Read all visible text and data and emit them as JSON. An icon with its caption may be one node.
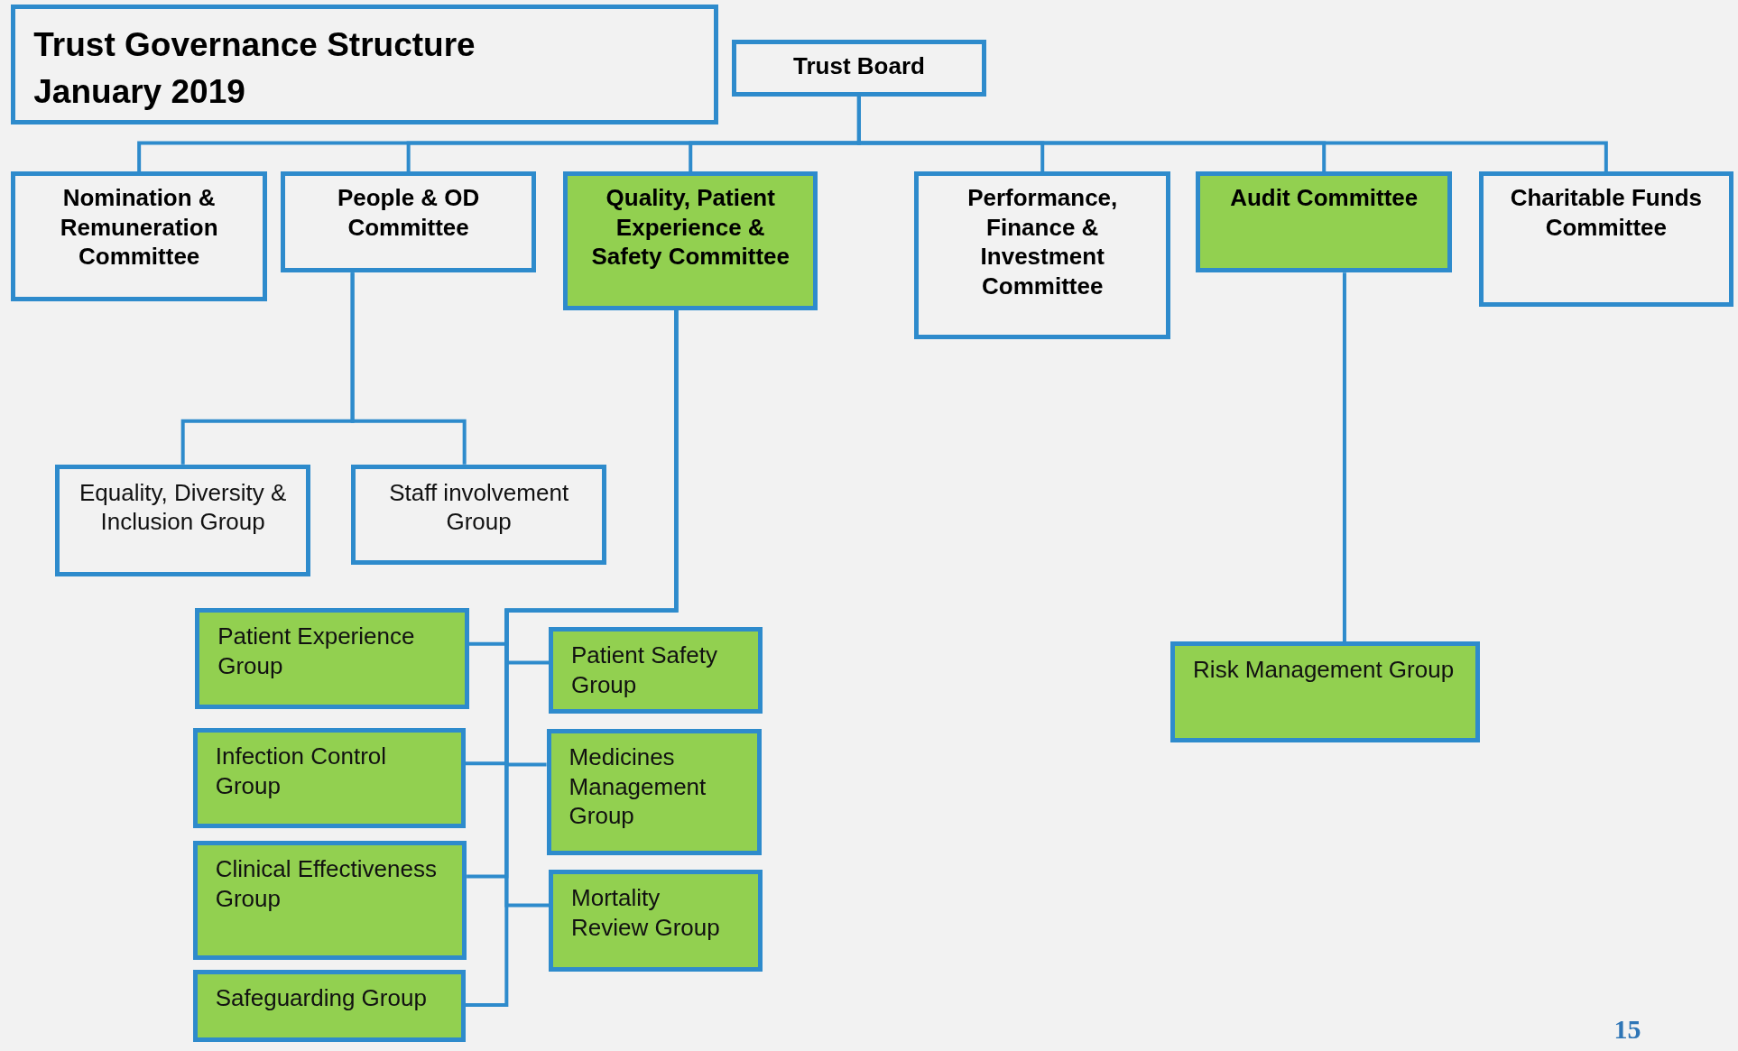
{
  "diagram": {
    "title": "Trust Governance Structure January 2019",
    "nodes": [
      {
        "text": [
          "Trust Board"
        ]
      },
      {
        "text": [
          "Nomination & Remuneration Committee"
        ]
      },
      {
        "text": [
          "People & OD Committee"
        ]
      },
      {
        "text": [
          "Quality, Patient Experience & Safety Committee"
        ]
      },
      {
        "text": [
          "Performance, Finance & Investment Committee"
        ]
      },
      {
        "text": [
          "Audit Committee"
        ]
      },
      {
        "text": [
          "Charitable Funds Committee"
        ]
      },
      {
        "text": [
          "Equality, Diversity & Inclusion Group"
        ]
      },
      {
        "text": [
          "Staff involvement Group"
        ]
      },
      {
        "text": [
          "Patient Experience Group"
        ]
      },
      {
        "text": [
          "Patient Safety Group"
        ]
      },
      {
        "text": [
          "Infection Control Group"
        ]
      },
      {
        "text": [
          "Medicines Management Group"
        ]
      },
      {
        "text": [
          "Clinical Effectiveness Group"
        ]
      },
      {
        "text": [
          "Mortality Review Group"
        ]
      },
      {
        "text": [
          "Safeguarding Group"
        ]
      },
      {
        "text": [
          "Risk Management Group"
        ]
      }
    ],
    "edges": [
      {
        "from": 0,
        "to": 1,
        "arrow": "none"
      },
      {
        "from": 0,
        "to": 2,
        "arrow": "none"
      },
      {
        "from": 0,
        "to": 3,
        "arrow": "none"
      },
      {
        "from": 0,
        "to": 4,
        "arrow": "none"
      },
      {
        "from": 0,
        "to": 5,
        "arrow": "none"
      },
      {
        "from": 0,
        "to": 6,
        "arrow": "none"
      },
      {
        "from": 2,
        "to": 7,
        "arrow": "none"
      },
      {
        "from": 2,
        "to": 8,
        "arrow": "none"
      },
      {
        "from": 3,
        "to": 9,
        "arrow": "none"
      },
      {
        "from": 3,
        "to": 10,
        "arrow": "none"
      },
      {
        "from": 3,
        "to": 11,
        "arrow": "none"
      },
      {
        "from": 3,
        "to": 12,
        "arrow": "none"
      },
      {
        "from": 3,
        "to": 13,
        "arrow": "none"
      },
      {
        "from": 3,
        "to": 14,
        "arrow": "none"
      },
      {
        "from": 3,
        "to": 15,
        "arrow": "none"
      },
      {
        "from": 5,
        "to": 16,
        "arrow": "none"
      }
    ],
    "labels": [
      "15"
    ]
  }
}
